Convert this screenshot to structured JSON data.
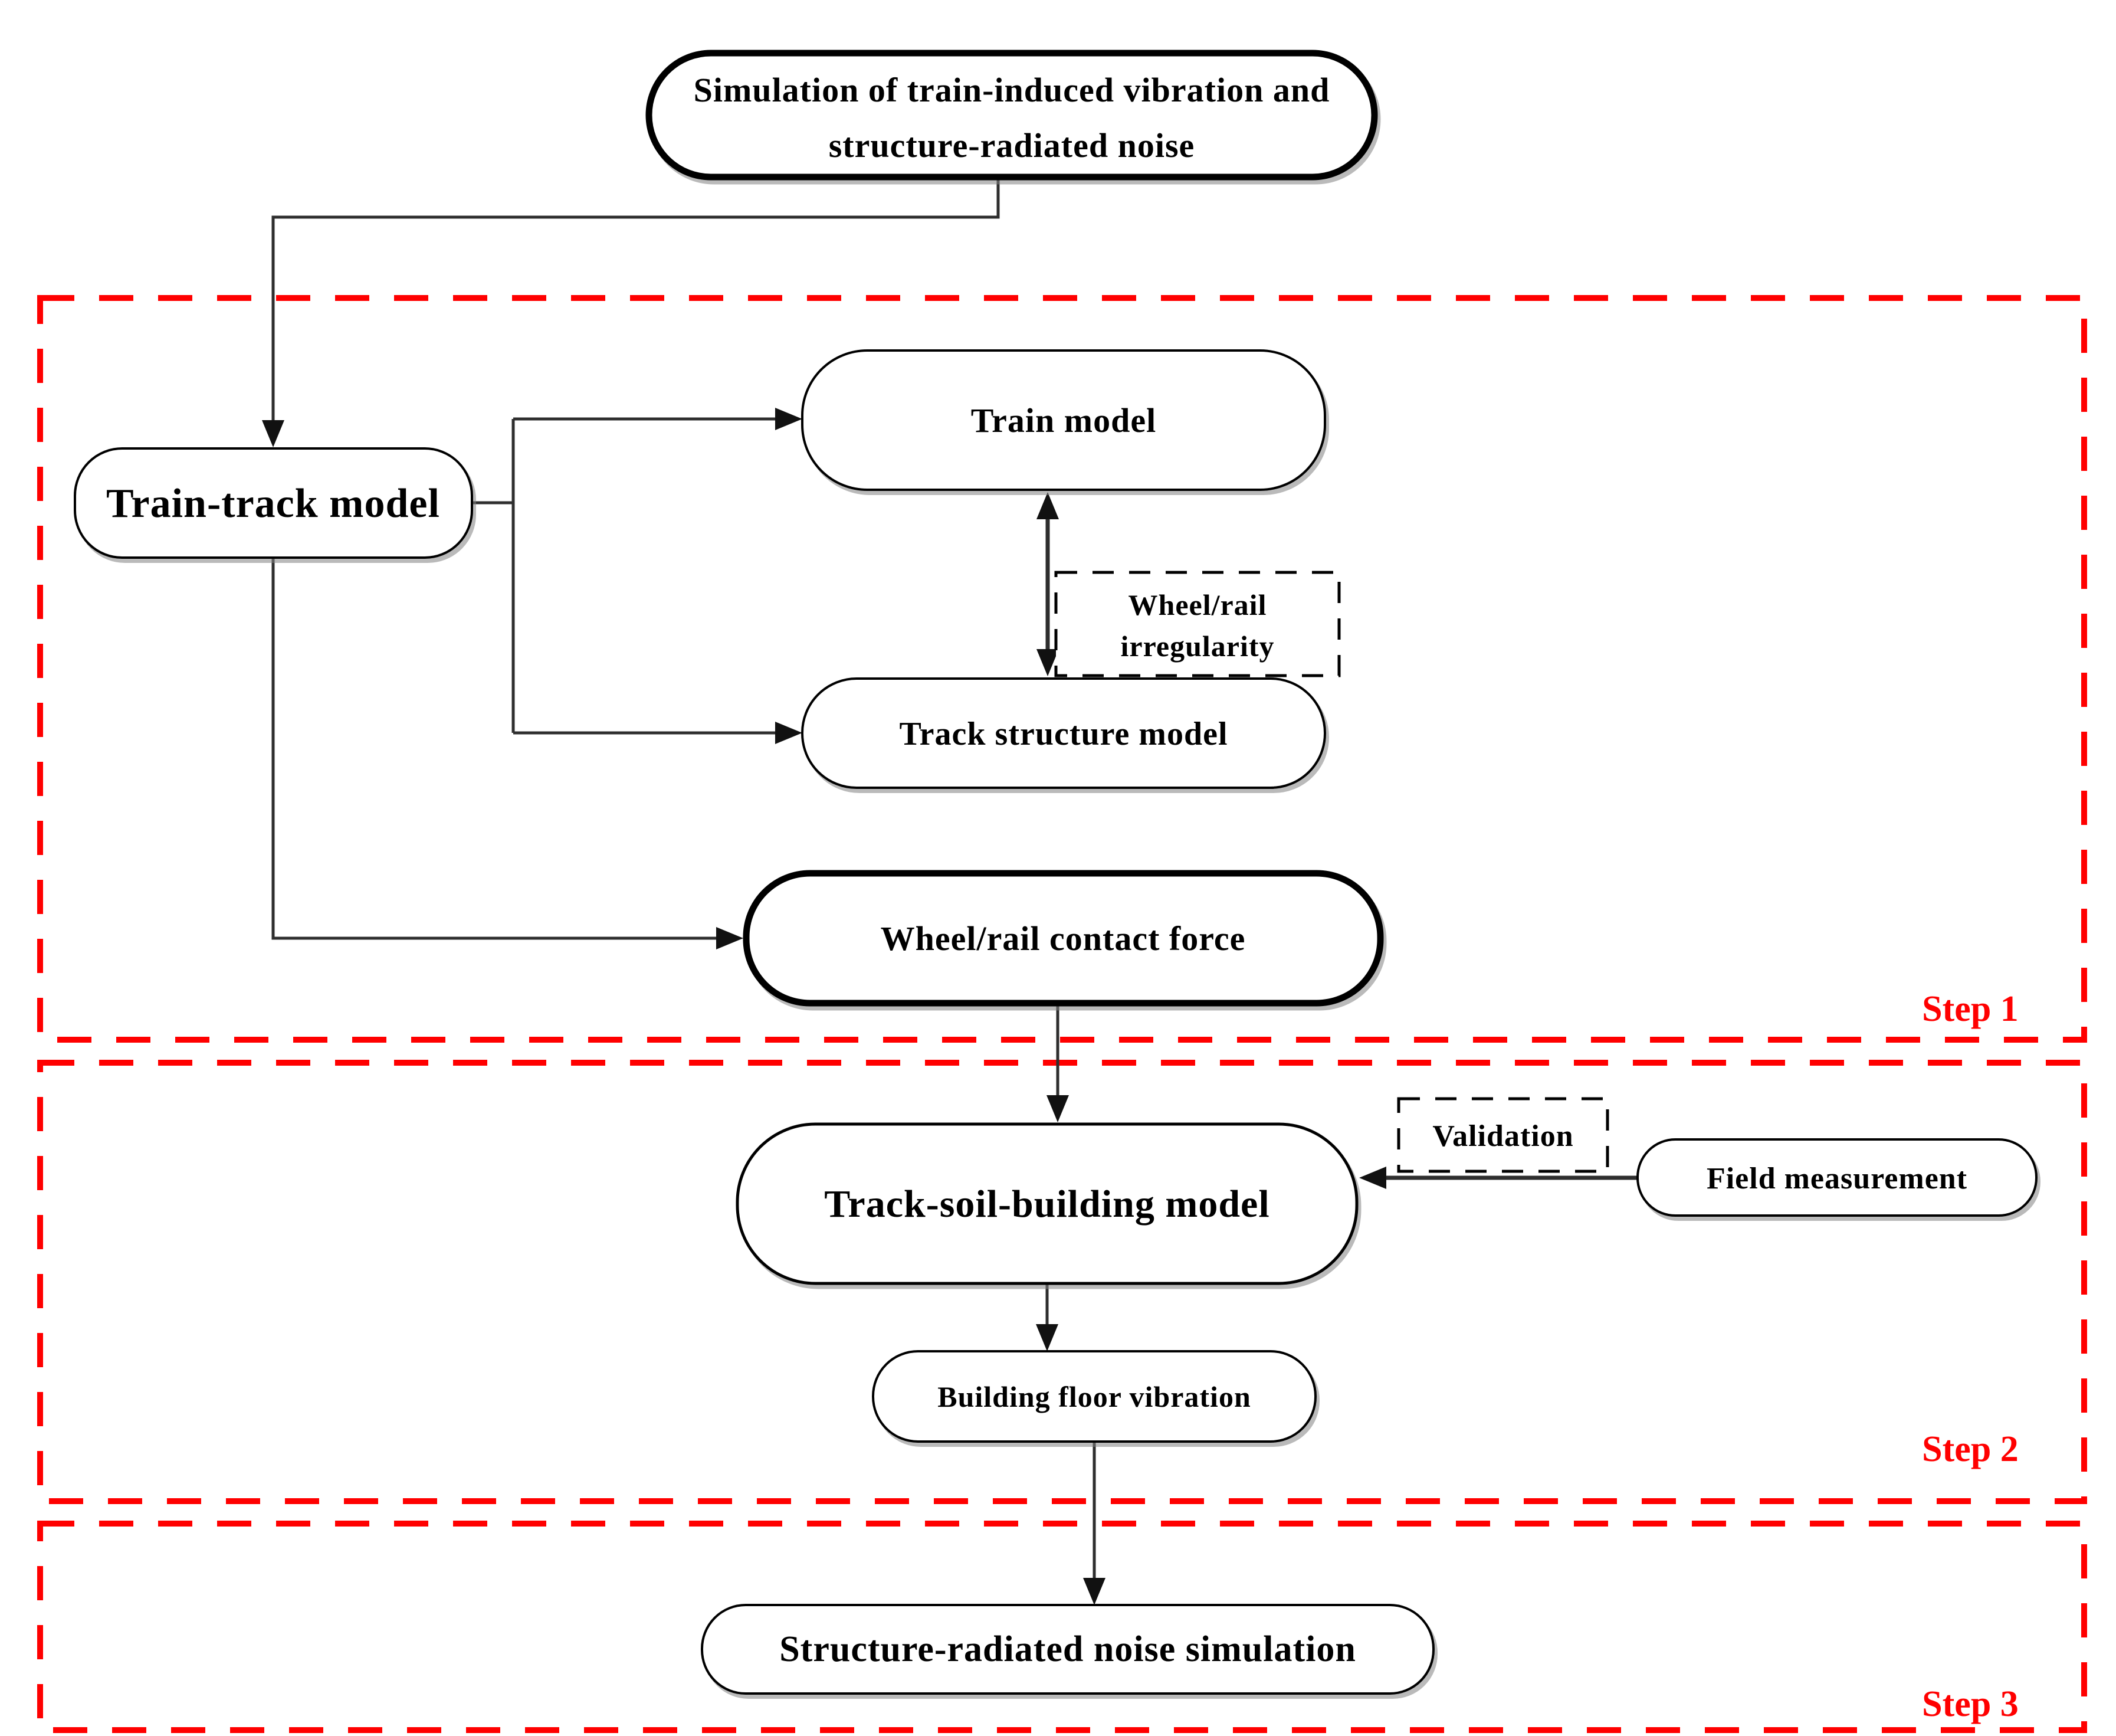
{
  "diagram": {
    "title_box": {
      "line1": "Simulation of train-induced vibration and",
      "line2": "structure-radiated noise"
    },
    "steps": [
      {
        "label": "Step 1"
      },
      {
        "label": "Step 2"
      },
      {
        "label": "Step 3"
      }
    ],
    "nodes": {
      "train_track_model": {
        "label": "Train-track model"
      },
      "train_model": {
        "label": "Train model"
      },
      "wheel_rail_irregularity": {
        "line1": "Wheel/rail",
        "line2": "irregularity"
      },
      "track_structure_model": {
        "label": "Track structure model"
      },
      "wheel_rail_contact_force": {
        "label": "Wheel/rail contact force"
      },
      "track_soil_building_model": {
        "label": "Track-soil-building model"
      },
      "validation": {
        "label": "Validation"
      },
      "field_measurement": {
        "label": "Field measurement"
      },
      "building_floor_vibration": {
        "label": "Building floor vibration"
      },
      "structure_radiated_noise_simulation": {
        "label": "Structure-radiated noise simulation"
      }
    },
    "colors": {
      "step_frame_red": "#FF0000",
      "box_border": "#000000",
      "connector": "#2e2e2e"
    }
  }
}
